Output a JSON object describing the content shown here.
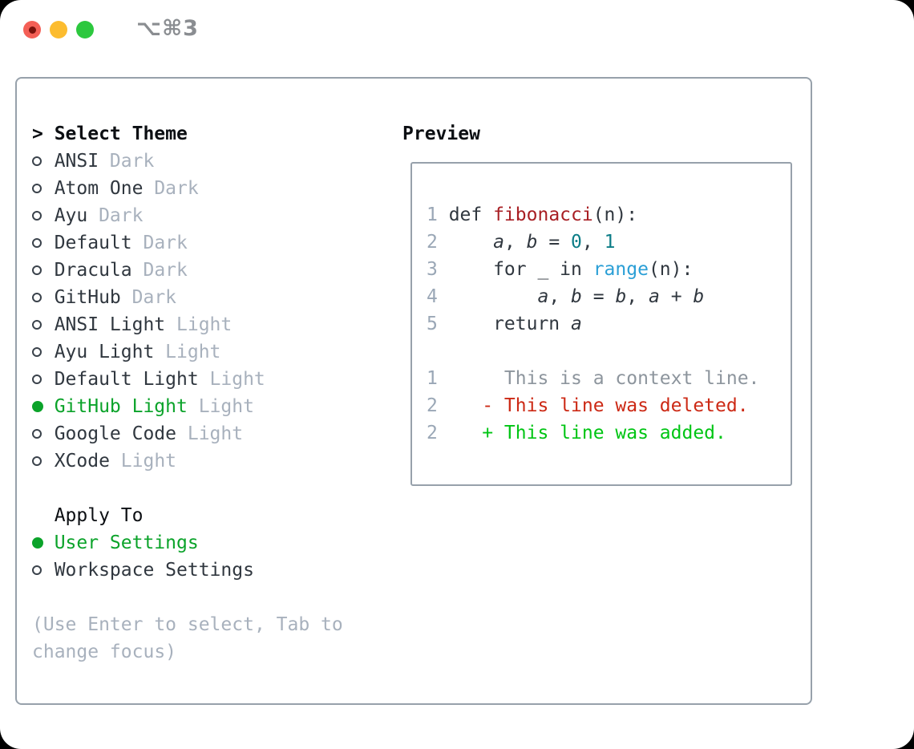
{
  "window": {
    "title": "⌥⌘3",
    "buttons": [
      "close",
      "minimize",
      "zoom"
    ]
  },
  "colors": {
    "green_selected": "#0ba32a",
    "added_green": "#00c514",
    "deleted_red": "#cc2915",
    "func_red": "#a81f24",
    "number_teal": "#0c7d87",
    "builtin_blue": "#2b9fd6",
    "ink": "#30373f",
    "head_ink": "#0c0f13",
    "tag_gray": "#a8b1bd",
    "linenum_gray": "#9aa7b6",
    "context_gray": "#8d959d",
    "border_gray": "#97a1ab",
    "ring_gray": "#3a424b",
    "title_gray": "#8a8d91",
    "tl_red": "#f45f56",
    "tl_red_dot": "#7a120c",
    "tl_yellow": "#fcbc2f",
    "tl_green": "#2cc83e"
  },
  "theme_panel": {
    "header_marker": ">",
    "header": "Select Theme",
    "items": [
      {
        "name": "ANSI",
        "tag": "Dark",
        "selected": false
      },
      {
        "name": "Atom One",
        "tag": "Dark",
        "selected": false
      },
      {
        "name": "Ayu",
        "tag": "Dark",
        "selected": false
      },
      {
        "name": "Default",
        "tag": "Dark",
        "selected": false
      },
      {
        "name": "Dracula",
        "tag": "Dark",
        "selected": false
      },
      {
        "name": "GitHub",
        "tag": "Dark",
        "selected": false
      },
      {
        "name": "ANSI Light",
        "tag": "Light",
        "selected": false
      },
      {
        "name": "Ayu Light",
        "tag": "Light",
        "selected": false
      },
      {
        "name": "Default Light",
        "tag": "Light",
        "selected": false
      },
      {
        "name": "GitHub Light",
        "tag": "Light",
        "selected": true
      },
      {
        "name": "Google Code",
        "tag": "Light",
        "selected": false
      },
      {
        "name": "XCode",
        "tag": "Light",
        "selected": false
      }
    ],
    "apply_to": {
      "header": "Apply To",
      "options": [
        {
          "label": "User Settings",
          "selected": true
        },
        {
          "label": "Workspace Settings",
          "selected": false
        }
      ]
    },
    "hint": "(Use Enter to select, Tab to change focus)"
  },
  "preview": {
    "header": "Preview",
    "lines": [
      {
        "num": "1",
        "tokens": [
          {
            "t": "def ",
            "s": "plain"
          },
          {
            "t": "fibonacci",
            "s": "func"
          },
          {
            "t": "(n):",
            "s": "plain"
          }
        ]
      },
      {
        "num": "2",
        "tokens": [
          {
            "t": "    ",
            "s": "plain"
          },
          {
            "t": "a",
            "s": "var"
          },
          {
            "t": ", ",
            "s": "plain"
          },
          {
            "t": "b",
            "s": "var"
          },
          {
            "t": " = ",
            "s": "plain"
          },
          {
            "t": "0",
            "s": "num"
          },
          {
            "t": ", ",
            "s": "plain"
          },
          {
            "t": "1",
            "s": "num"
          }
        ]
      },
      {
        "num": "3",
        "tokens": [
          {
            "t": "    for _ in ",
            "s": "plain"
          },
          {
            "t": "range",
            "s": "builtin"
          },
          {
            "t": "(n):",
            "s": "plain"
          }
        ]
      },
      {
        "num": "4",
        "tokens": [
          {
            "t": "        ",
            "s": "plain"
          },
          {
            "t": "a",
            "s": "var"
          },
          {
            "t": ", ",
            "s": "plain"
          },
          {
            "t": "b",
            "s": "var"
          },
          {
            "t": " = ",
            "s": "plain"
          },
          {
            "t": "b",
            "s": "var"
          },
          {
            "t": ", ",
            "s": "plain"
          },
          {
            "t": "a",
            "s": "var"
          },
          {
            "t": " + ",
            "s": "plain"
          },
          {
            "t": "b",
            "s": "var"
          }
        ]
      },
      {
        "num": "5",
        "tokens": [
          {
            "t": "    return ",
            "s": "plain"
          },
          {
            "t": "a",
            "s": "var"
          }
        ]
      },
      {
        "num": "",
        "tokens": []
      },
      {
        "num": "1",
        "tokens": [
          {
            "t": "     This is a context line.",
            "s": "context"
          }
        ]
      },
      {
        "num": "2",
        "tokens": [
          {
            "t": "   ",
            "s": "plain"
          },
          {
            "t": "- This line was deleted.",
            "s": "deleted"
          }
        ]
      },
      {
        "num": "2",
        "tokens": [
          {
            "t": "   ",
            "s": "plain"
          },
          {
            "t": "+ This line was added.",
            "s": "added"
          }
        ]
      }
    ]
  }
}
